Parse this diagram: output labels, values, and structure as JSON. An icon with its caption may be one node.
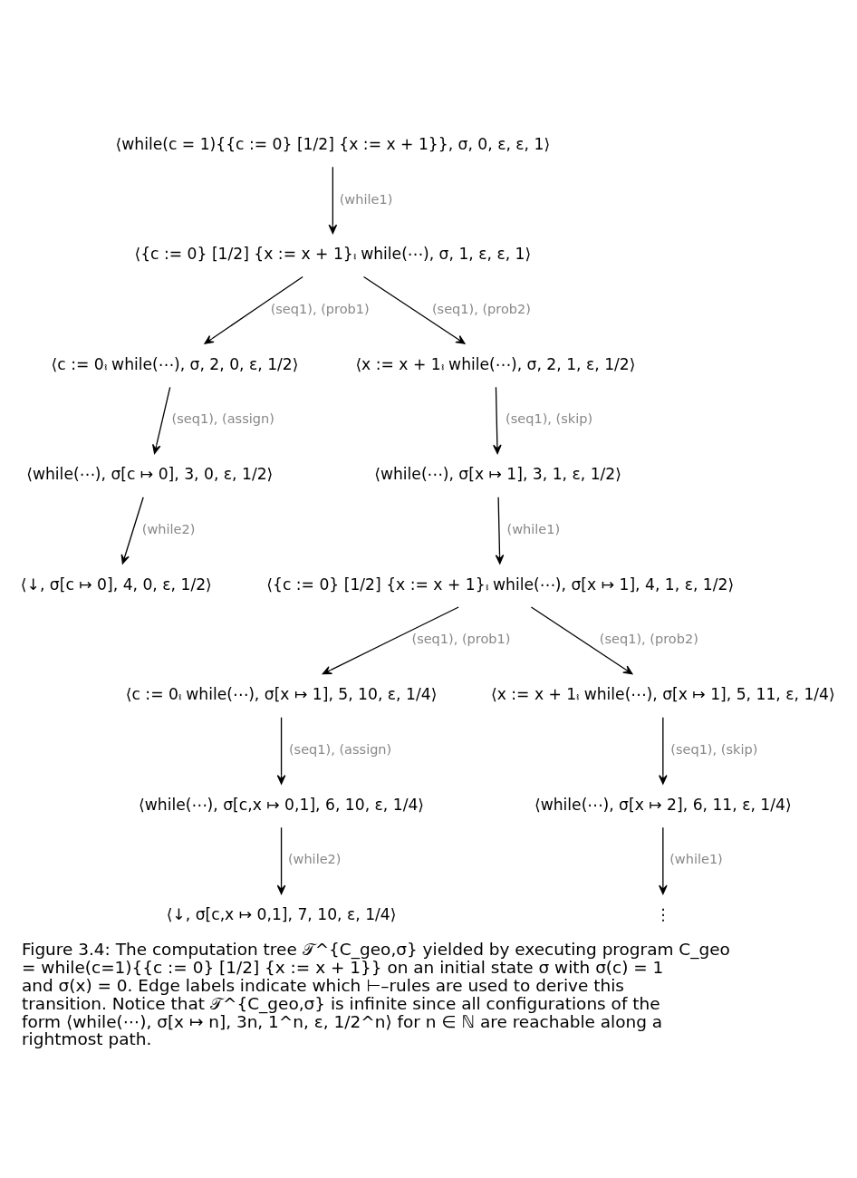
{
  "diagram": {
    "caption": "Figure 3.4: The computation tree 𝒯^{C_geo,σ} yielded by executing program C_geo = while(c=1){{c := 0} [1/2] {x := x + 1}} on an initial state σ with σ(c) = 1 and σ(x) = 0. Edge labels indicate which ⊢–rules are used to derive this transition. Notice that 𝒯^{C_geo,σ} is infinite since all configurations of the form ⟨while(⋯), σ[x ↦ n], 3n, 1^n, ε, 1/2^n⟩ for n ∈ ℕ are reachable along a rightmost path.",
    "nodes": [
      {
        "text": [
          "⟨while(c = 1){{c := 0} [1/2] {x := x + 1}}, σ, 0, ε, ε, 1⟩"
        ]
      },
      {
        "text": [
          "⟨{c := 0} [1/2] {x := x + 1}⨾ while(⋯), σ, 1, ε, ε, 1⟩"
        ]
      },
      {
        "text": [
          "⟨c := 0⨾ while(⋯), σ, 2, 0, ε, 1/2⟩"
        ]
      },
      {
        "text": [
          "⟨x := x + 1⨾ while(⋯), σ, 2, 1, ε, 1/2⟩"
        ]
      },
      {
        "text": [
          "⟨while(⋯), σ[c ↦ 0], 3, 0, ε, 1/2⟩"
        ]
      },
      {
        "text": [
          "⟨while(⋯), σ[x ↦ 1], 3, 1, ε, 1/2⟩"
        ]
      },
      {
        "text": [
          "⟨↓, σ[c ↦ 0], 4, 0, ε, 1/2⟩"
        ]
      },
      {
        "text": [
          "⟨{c := 0} [1/2] {x := x + 1}⨾ while(⋯), σ[x ↦ 1], 4, 1, ε, 1/2⟩"
        ]
      },
      {
        "text": [
          "⟨c := 0⨾ while(⋯), σ[x ↦ 1], 5, 10, ε, 1/4⟩"
        ]
      },
      {
        "text": [
          "⟨x := x + 1⨾ while(⋯), σ[x ↦ 1], 5, 11, ε, 1/4⟩"
        ]
      },
      {
        "text": [
          "⟨while(⋯), σ[c,x ↦ 0,1], 6, 10, ε, 1/4⟩"
        ]
      },
      {
        "text": [
          "⟨while(⋯), σ[x ↦ 2], 6, 11, ε, 1/4⟩"
        ]
      },
      {
        "text": [
          "⟨↓, σ[c,x ↦ 0,1], 7, 10, ε, 1/4⟩"
        ]
      },
      {
        "text": [
          "⋮"
        ]
      }
    ],
    "edges": [
      {
        "from": 0,
        "to": 1,
        "arrow": "to",
        "label": "(while1)"
      },
      {
        "from": 1,
        "to": 2,
        "arrow": "to",
        "label": "(seq1), (prob1)"
      },
      {
        "from": 1,
        "to": 3,
        "arrow": "to",
        "label": "(seq1), (prob2)"
      },
      {
        "from": 2,
        "to": 4,
        "arrow": "to",
        "label": "(seq1), (assign)"
      },
      {
        "from": 3,
        "to": 5,
        "arrow": "to",
        "label": "(seq1), (skip)"
      },
      {
        "from": 4,
        "to": 6,
        "arrow": "to",
        "label": "(while2)"
      },
      {
        "from": 5,
        "to": 7,
        "arrow": "to",
        "label": "(while1)"
      },
      {
        "from": 7,
        "to": 8,
        "arrow": "to",
        "label": "(seq1), (prob1)"
      },
      {
        "from": 7,
        "to": 9,
        "arrow": "to",
        "label": "(seq1), (prob2)"
      },
      {
        "from": 8,
        "to": 10,
        "arrow": "to",
        "label": "(seq1), (assign)"
      },
      {
        "from": 9,
        "to": 11,
        "arrow": "to",
        "label": "(seq1), (skip)"
      },
      {
        "from": 10,
        "to": 12,
        "arrow": "to",
        "label": "(while2)"
      },
      {
        "from": 11,
        "to": 13,
        "arrow": "to",
        "label": "(while1)"
      }
    ]
  }
}
